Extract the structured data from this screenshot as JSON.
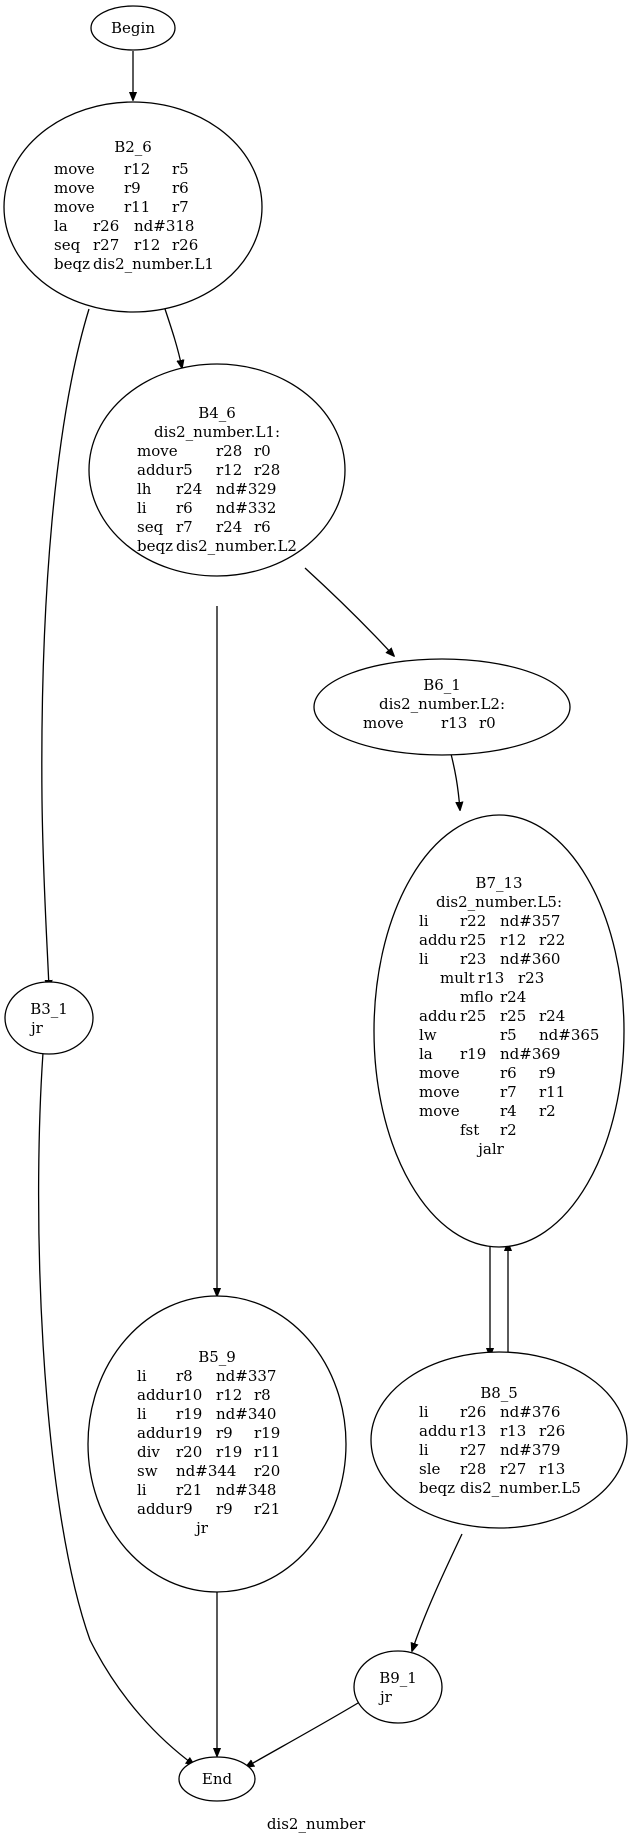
{
  "graph": {
    "caption": "dis2_number",
    "nodes": {
      "begin": {
        "title": "Begin",
        "lines": []
      },
      "b2_6": {
        "title": "B2_6",
        "lines": [
          [
            "move",
            "r12",
            "r5"
          ],
          [
            "move",
            "r9",
            "r6"
          ],
          [
            "move",
            "r11",
            "r7"
          ],
          [
            "la",
            "r26",
            "nd#318"
          ],
          [
            "seq",
            "r27",
            "r12",
            "r26"
          ],
          [
            "beqz",
            "dis2_number.L1"
          ]
        ]
      },
      "b4_6": {
        "title": "B4_6",
        "label": "dis2_number.L1:",
        "lines": [
          [
            "move",
            "r28",
            "r0"
          ],
          [
            "addu",
            "r5",
            "r12",
            "r28"
          ],
          [
            "lh",
            "r24",
            "nd#329"
          ],
          [
            "li",
            "r6",
            "nd#332"
          ],
          [
            "seq",
            "r7",
            "r24",
            "r6"
          ],
          [
            "beqz",
            "dis2_number.L2"
          ]
        ]
      },
      "b6_1": {
        "title": "B6_1",
        "label": "dis2_number.L2:",
        "lines": [
          [
            "move",
            "r13",
            "r0"
          ]
        ]
      },
      "b7_13": {
        "title": "B7_13",
        "label": "dis2_number.L5:",
        "lines": [
          [
            "li",
            "r22",
            "nd#357"
          ],
          [
            "addu",
            "r25",
            "r12",
            "r22"
          ],
          [
            "li",
            "r23",
            "nd#360"
          ],
          [
            "mult",
            "r13",
            "r23"
          ],
          [
            "mflo",
            "r24"
          ],
          [
            "addu",
            "r25",
            "r25",
            "r24"
          ],
          [
            "lw",
            "r5",
            "nd#365"
          ],
          [
            "la",
            "r19",
            "nd#369"
          ],
          [
            "move",
            "r6",
            "r9"
          ],
          [
            "move",
            "r7",
            "r11"
          ],
          [
            "move",
            "r4",
            "r2"
          ],
          [
            "fst",
            "r2"
          ],
          [
            "jalr"
          ]
        ]
      },
      "b3_1": {
        "title": "B3_1",
        "lines": [
          [
            "jr"
          ]
        ]
      },
      "b5_9": {
        "title": "B5_9",
        "lines": [
          [
            "li",
            "r8",
            "nd#337"
          ],
          [
            "addu",
            "r10",
            "r12",
            "r8"
          ],
          [
            "li",
            "r19",
            "nd#340"
          ],
          [
            "addu",
            "r19",
            "r9",
            "r19"
          ],
          [
            "div",
            "r20",
            "r19",
            "r11"
          ],
          [
            "sw",
            "nd#344",
            "r20"
          ],
          [
            "li",
            "r21",
            "nd#348"
          ],
          [
            "addu",
            "r9",
            "r9",
            "r21"
          ],
          [
            "jr"
          ]
        ]
      },
      "b8_5": {
        "title": "B8_5",
        "lines": [
          [
            "li",
            "r26",
            "nd#376"
          ],
          [
            "addu",
            "r13",
            "r13",
            "r26"
          ],
          [
            "li",
            "r27",
            "nd#379"
          ],
          [
            "sle",
            "r28",
            "r27",
            "r13"
          ],
          [
            "beqz",
            "dis2_number.L5"
          ]
        ]
      },
      "b9_1": {
        "title": "B9_1",
        "lines": [
          [
            "jr"
          ]
        ]
      },
      "end": {
        "title": "End",
        "lines": []
      }
    },
    "edges": [
      [
        "begin",
        "b2_6"
      ],
      [
        "b2_6",
        "b4_6"
      ],
      [
        "b2_6",
        "b3_1"
      ],
      [
        "b4_6",
        "b6_1"
      ],
      [
        "b4_6",
        "b5_9"
      ],
      [
        "b6_1",
        "b7_13"
      ],
      [
        "b7_13",
        "b8_5"
      ],
      [
        "b8_5",
        "b7_13"
      ],
      [
        "b8_5",
        "b9_1"
      ],
      [
        "b3_1",
        "end"
      ],
      [
        "b5_9",
        "end"
      ],
      [
        "b9_1",
        "end"
      ]
    ]
  }
}
